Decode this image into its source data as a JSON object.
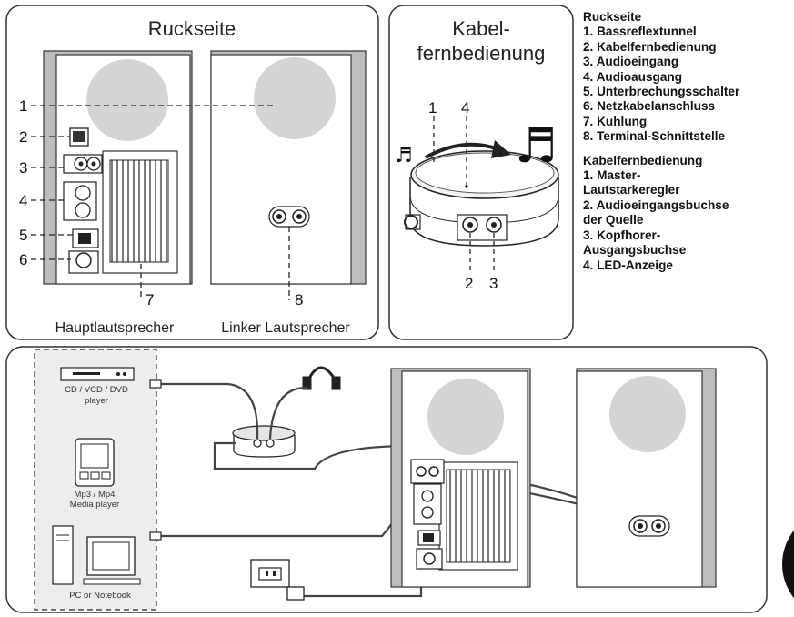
{
  "panel_back": {
    "title": "Ruckseite",
    "markers": [
      "1",
      "2",
      "3",
      "4",
      "5",
      "6",
      "7",
      "8"
    ],
    "caption_main": "Hauptlautsprecher",
    "caption_left": "Linker Lautsprecher"
  },
  "panel_remote": {
    "title_line1": "Kabel-",
    "title_line2": "fernbedienung",
    "markers": [
      "1",
      "4",
      "2",
      "3"
    ]
  },
  "legend": {
    "back_title": "Ruckseite",
    "back_items": [
      "1. Bassreflextunnel",
      "2. Kabelfernbedienung",
      "3. Audioeingang",
      "4. Audioausgang",
      "5. Unterbrechungsschalter",
      "6. Netzkabelanschluss",
      "7. Kuhlung",
      "8. Terminal-Schnittstelle"
    ],
    "remote_title": "Kabelfernbedienung",
    "remote_lines": [
      "1. Master-",
      "Lautstarkeregler",
      "2. Audioeingangsbuchse",
      "der Quelle",
      "3. Kopfhorer-",
      "Ausgangsbuchse",
      "4. LED-Anzeige"
    ]
  },
  "sources": {
    "cd_line1": "CD / VCD / DVD",
    "cd_line2": "player",
    "mp3_line1": "Mp3 / Mp4",
    "mp3_line2": "Media player",
    "pc": "PC or Notebook"
  }
}
